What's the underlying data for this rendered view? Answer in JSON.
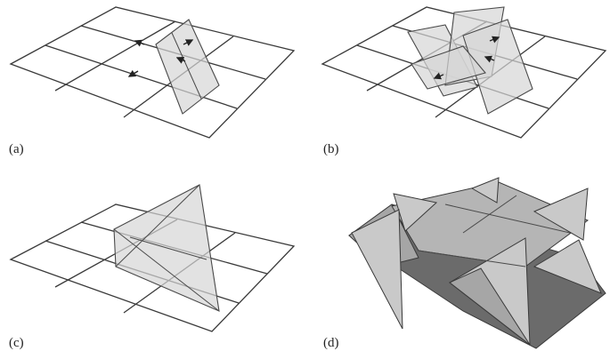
{
  "panels": [
    {
      "id": "a",
      "label": "(a)"
    },
    {
      "id": "b",
      "label": "(b)"
    },
    {
      "id": "c",
      "label": "(c)"
    },
    {
      "id": "d",
      "label": "(d)"
    }
  ]
}
